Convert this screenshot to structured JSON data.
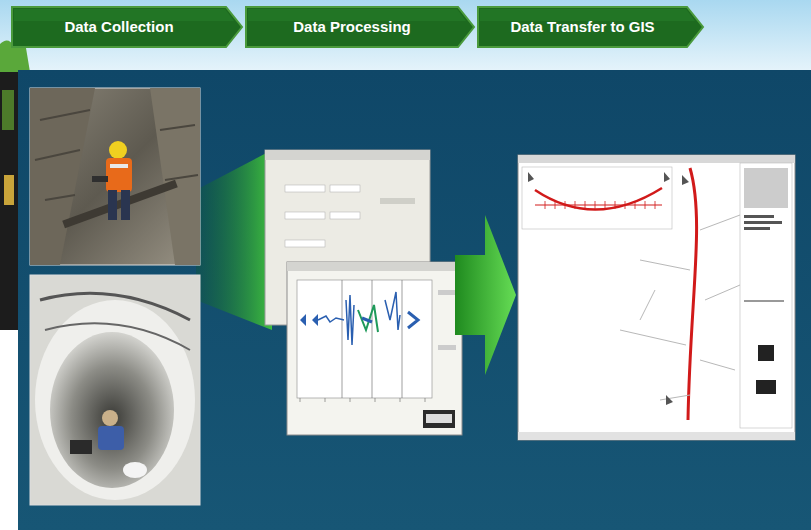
{
  "diagram": {
    "nodes": [
      {
        "text": [
          "Data Collection"
        ]
      },
      {
        "text": [
          "Data Processing"
        ]
      },
      {
        "text": [
          "Data Transfer to GIS"
        ]
      }
    ]
  }
}
